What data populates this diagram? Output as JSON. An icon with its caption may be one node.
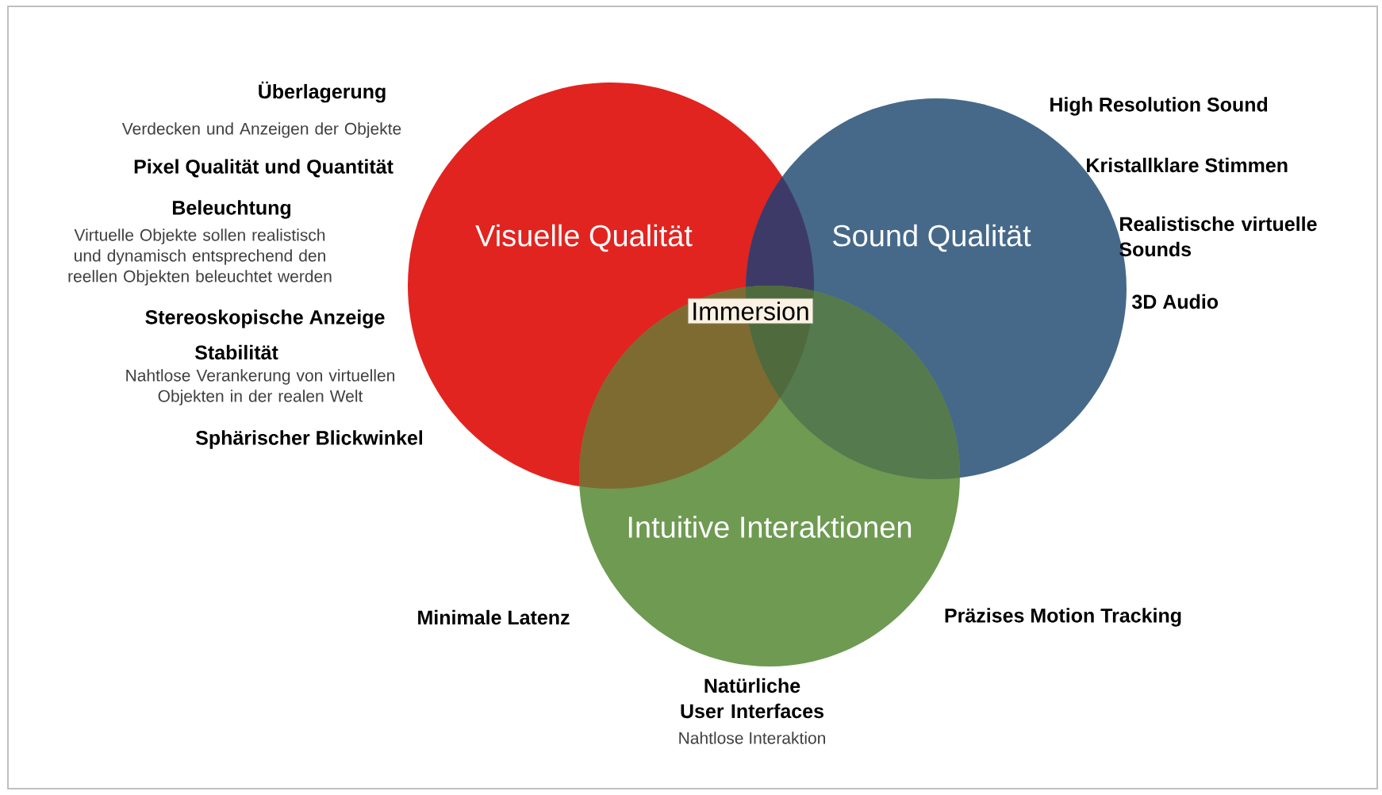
{
  "diagram": {
    "nodes": [
      {
        "text": [
          "Visuelle Qualität"
        ]
      },
      {
        "text": [
          "Sound Qualität"
        ]
      },
      {
        "text": [
          "Intuitive Interaktionen"
        ]
      },
      {
        "text": [
          "Immersion"
        ]
      }
    ],
    "labels": [
      "Überlagerung",
      "Verdecken und Anzeigen der Objekte",
      "Pixel Qualität und Quantität",
      "Beleuchtung",
      "Virtuelle Objekte sollen realistisch und dynamisch entsprechend den reellen Objekten beleuchtet werden",
      "Stereoskopische Anzeige",
      "Stabilität",
      "Nahtlose Verankerung von virtuellen Objekten in der realen Welt",
      "Sphärischer Blickwinkel",
      "High Resolution Sound",
      "Kristallklare Stimmen",
      "Realistische virtuelle Sounds",
      "3D Audio",
      "Minimale Latenz",
      "Präzises Motion Tracking",
      "Natürliche User Interfaces",
      "Nahtlose Interaktion"
    ]
  }
}
